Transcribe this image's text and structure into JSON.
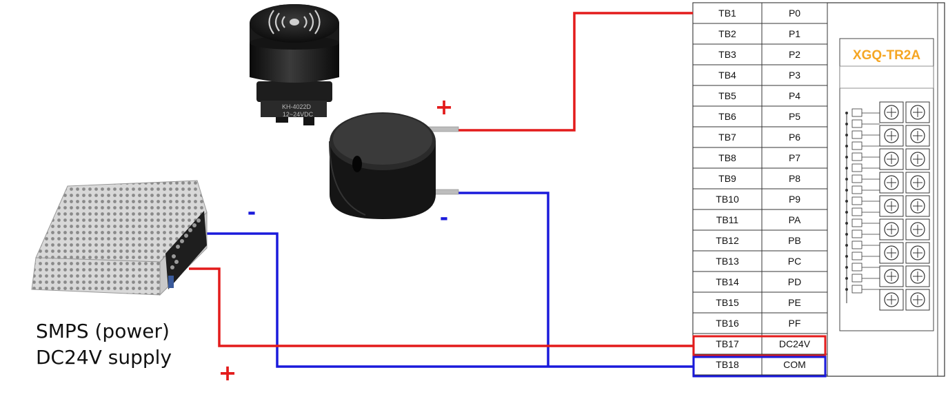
{
  "module": {
    "name": "XGQ-TR2A",
    "name_color": "#f5a623"
  },
  "terminal_block": {
    "rows": [
      {
        "tb": "TB1",
        "pin": "P0"
      },
      {
        "tb": "TB2",
        "pin": "P1"
      },
      {
        "tb": "TB3",
        "pin": "P2"
      },
      {
        "tb": "TB4",
        "pin": "P3"
      },
      {
        "tb": "TB5",
        "pin": "P4"
      },
      {
        "tb": "TB6",
        "pin": "P5"
      },
      {
        "tb": "TB7",
        "pin": "P6"
      },
      {
        "tb": "TB8",
        "pin": "P7"
      },
      {
        "tb": "TB9",
        "pin": "P8"
      },
      {
        "tb": "TB10",
        "pin": "P9"
      },
      {
        "tb": "TB11",
        "pin": "PA"
      },
      {
        "tb": "TB12",
        "pin": "PB"
      },
      {
        "tb": "TB13",
        "pin": "PC"
      },
      {
        "tb": "TB14",
        "pin": "PD"
      },
      {
        "tb": "TB15",
        "pin": "PE"
      },
      {
        "tb": "TB16",
        "pin": "PF"
      },
      {
        "tb": "TB17",
        "pin": "DC24V"
      },
      {
        "tb": "TB18",
        "pin": "COM"
      }
    ]
  },
  "smps": {
    "label_line1": "SMPS (power)",
    "label_line2": "DC24V supply"
  },
  "polarity": {
    "plus": "+",
    "minus": "-"
  },
  "buzzer_label": {
    "rating": "12~24VDC",
    "model": "KH-4022D"
  },
  "colors": {
    "positive_wire": "#e31b1b",
    "negative_wire": "#1a1adb",
    "tb17_box": "#e31b1b",
    "tb18_box": "#1a1adb"
  }
}
